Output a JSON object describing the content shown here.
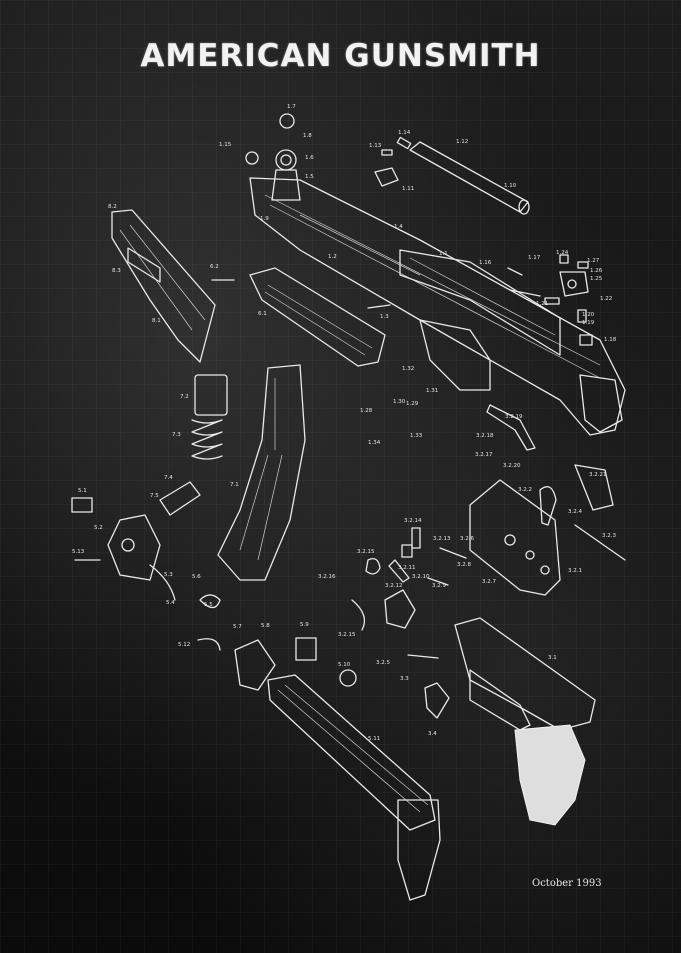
{
  "title": "AMERICAN GUNSMITH",
  "date": "October 1993",
  "part_labels": [
    "1.7",
    "1.8",
    "1.15",
    "1.6",
    "1.5",
    "1.9",
    "1.14",
    "1.13",
    "1.12",
    "1.11",
    "1.10",
    "1.4",
    "1.2",
    "1.1",
    "1.16",
    "1.17",
    "1.24",
    "1.27",
    "1.26",
    "1.25",
    "1.22",
    "1.21",
    "1.20",
    "1.19",
    "1.18",
    "8.2",
    "8.3",
    "8.1",
    "6.2",
    "6.1",
    "1.3",
    "1.32",
    "1.31",
    "1.28",
    "1.30",
    "1.29",
    "1.34",
    "1.33",
    "7.2",
    "7.3",
    "7.4",
    "7.5",
    "7.1",
    "3.2.19",
    "3.2.18",
    "3.2.17",
    "3.2.20",
    "3.2.21",
    "3.2.2",
    "3.2.4",
    "3.2.3",
    "3.2.1",
    "5.1",
    "5.2",
    "5.13",
    "3.2.14",
    "3.2.15",
    "3.2.13",
    "3.2.16",
    "3.2.11",
    "3.2.12",
    "3.2.10",
    "3.2.9",
    "3.2.8",
    "3.2.6",
    "3.2.7",
    "5.3",
    "5.6",
    "5.4",
    "5.5",
    "5.12",
    "5.7",
    "5.8",
    "5.9",
    "5.10",
    "3.2.15",
    "3.2.5",
    "3.3",
    "3.1",
    "3.4",
    "5.11"
  ]
}
